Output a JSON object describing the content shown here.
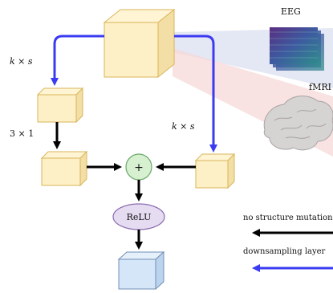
{
  "labels": {
    "eeg": "EEG",
    "fmri": "fMRI",
    "k_times_s_left": "k × s",
    "k_times_s_right": "k × s",
    "three_by_one": "3 × 1",
    "sum_symbol": "+",
    "relu": "ReLU"
  },
  "legend": {
    "no_structure_mutation": "no structure mutation",
    "downsampling_layer": "downsampling layer"
  },
  "colors": {
    "cube_fill": "#fdefc6",
    "cube_edge": "#d9b65a",
    "out_cube_fill": "#d5e6f8",
    "out_cube_edge": "#6f8fb5",
    "blue_arrow": "#3b3bf2",
    "black_arrow": "#000000",
    "add_fill": "#d6f0d0",
    "add_edge": "#6aa86a",
    "relu_fill": "#e6dcf2",
    "relu_edge": "#8a6cb0",
    "eeg_wedge": "#d9def0",
    "fmri_wedge": "#f6d6d6"
  }
}
